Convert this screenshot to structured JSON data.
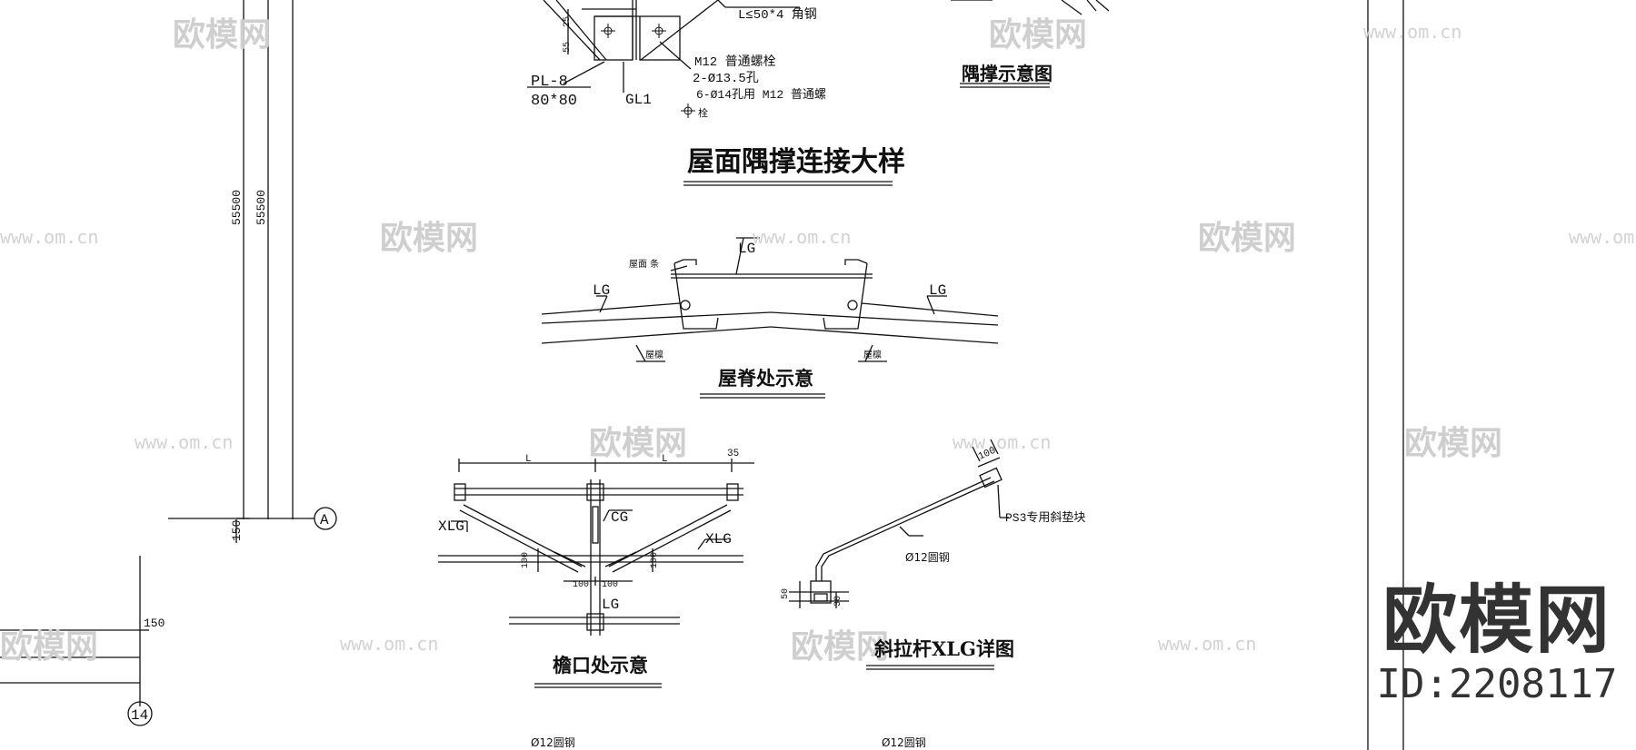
{
  "labels": {
    "angle_steel": "L≤50*4 角钢",
    "plate": "PL-8",
    "plate_size": "80*80",
    "gl1": "GL1",
    "m12_bolt": "M12 普通螺栓",
    "hole_2": "2-Ø13.5孔",
    "hole_6": "6-Ø14孔用 M12  普通螺",
    "bolt_legend": "栓",
    "dim_25": "25",
    "dim_55": "55",
    "lg": "LG",
    "cg": "CG",
    "xlg": "XLG",
    "purlin_note": "屋面  条",
    "purlin_small": "屋檩",
    "dim_55500": "55500",
    "dim_150": "150",
    "dim_100": "100",
    "dim_35": "35",
    "dim_50": "50",
    "dim_30": "30",
    "dim_L": "L",
    "rod_12": "Ø12圆钢",
    "ps3": "PS3专用斜垫块",
    "axis_a": "A",
    "axis_14": "14"
  },
  "titles": {
    "brace_schematic": "隅撑示意图",
    "roof_brace_detail": "屋面隅撑连接大样",
    "ridge": "屋脊处示意",
    "eave": "檐口处示意",
    "tie_rod": "斜拉杆XLG详图"
  },
  "watermark": {
    "brand": "欧模网",
    "url": "www.om.cn",
    "id": "ID:2208117"
  }
}
